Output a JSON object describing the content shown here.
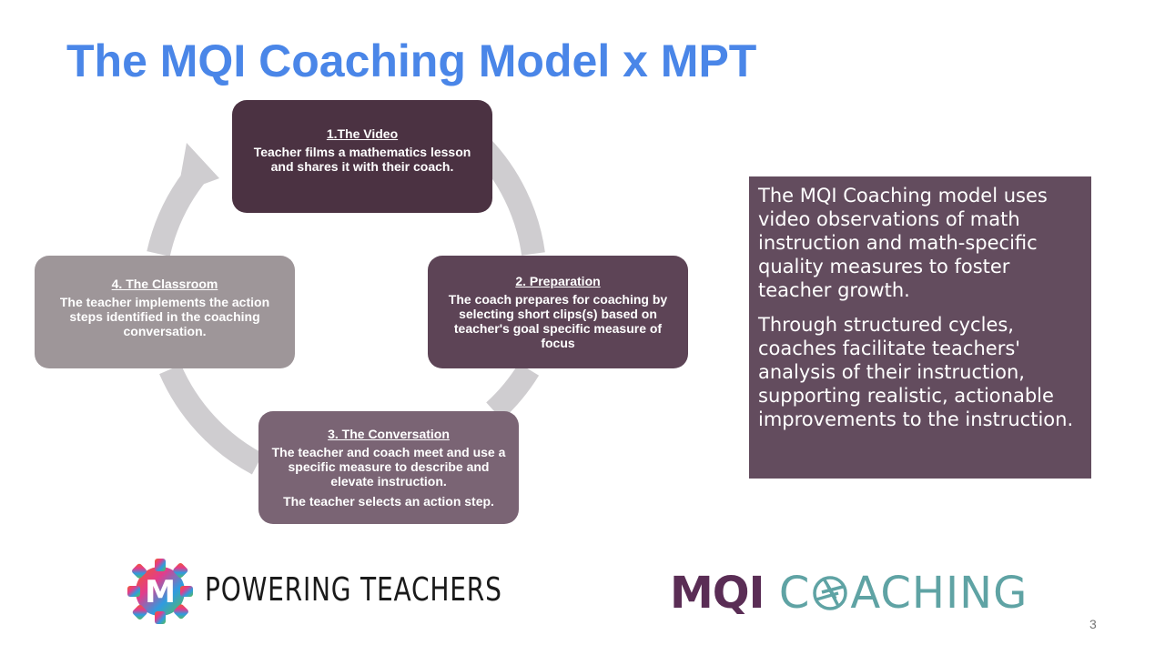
{
  "slide": {
    "title": "The MQI Coaching Model x MPT",
    "page_number": "3"
  },
  "cycle": {
    "steps": [
      {
        "heading": "1.The Video",
        "body": "Teacher films a mathematics lesson\nand shares it with their coach."
      },
      {
        "heading": "2. Preparation",
        "body": "The coach prepares for coaching by selecting short clips(s) based on teacher's goal specific measure of focus"
      },
      {
        "heading": "3. The Conversation",
        "body": "The teacher and coach meet and use a specific measure to describe and elevate instruction.",
        "extra": "The teacher selects an action step."
      },
      {
        "heading": "4. The Classroom",
        "body": "The teacher implements the  action steps identified in the coaching conversation."
      }
    ]
  },
  "info_box": {
    "paragraphs": [
      "The MQI Coaching model uses video observations of math instruction and math-specific quality measures to foster teacher growth.",
      "Through structured cycles, coaches facilitate teachers' analysis of their instruction, supporting realistic, actionable improvements to the instruction."
    ],
    "background": "#634c5e"
  },
  "logos": {
    "powering_teachers": {
      "mark": "M",
      "text": "POWERING TEACHERS"
    },
    "mqi_coaching": {
      "left": "MQI",
      "right_prefix": "C",
      "right_suffix": "ACHING"
    }
  },
  "colors": {
    "title": "#4a86e8",
    "step_1": "#4b3242",
    "step_2": "#5d4456",
    "step_3": "#7a6474",
    "step_4": "#9e9699",
    "arrow": "#cfcdd0"
  }
}
